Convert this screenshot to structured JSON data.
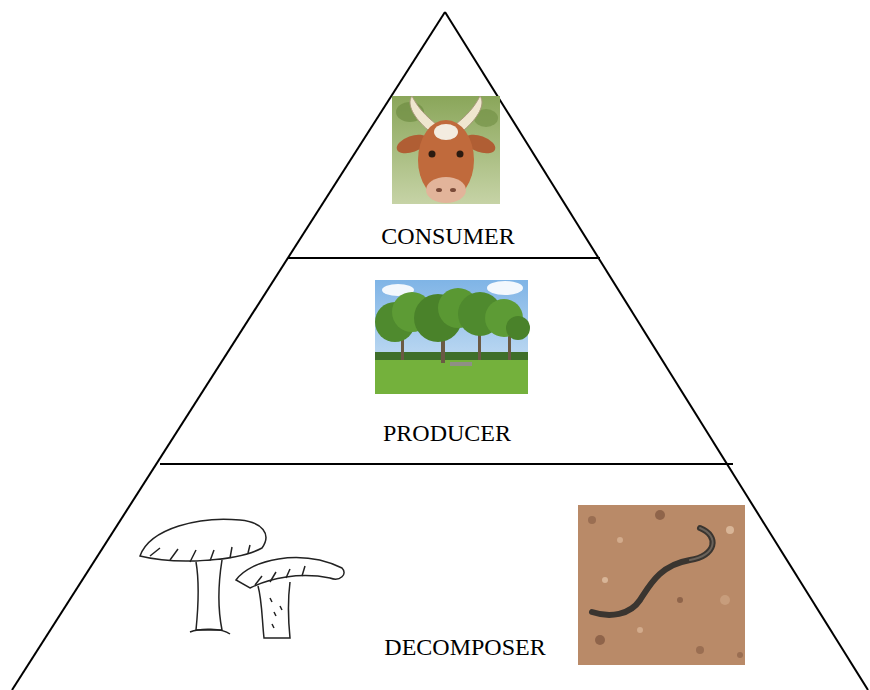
{
  "diagram": {
    "nodes": [
      {
        "text": [
          "CONSUMER"
        ]
      },
      {
        "text": [
          "PRODUCER"
        ]
      },
      {
        "text": [
          "DECOMPOSER"
        ]
      }
    ]
  }
}
